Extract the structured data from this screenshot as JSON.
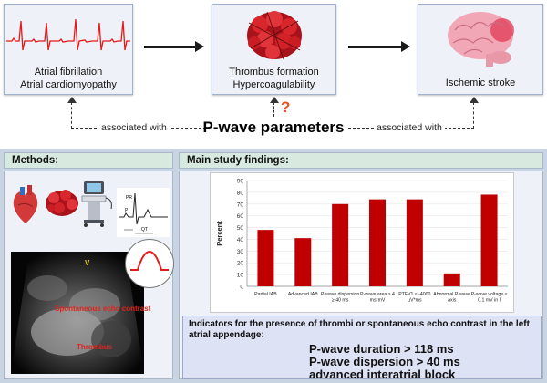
{
  "top_flow": {
    "cards": [
      {
        "lines": [
          "Atrial fibrillation",
          "Atrial cardiomyopathy"
        ]
      },
      {
        "lines": [
          "Thrombus formation",
          "Hypercoagulability"
        ]
      },
      {
        "lines": [
          "Ischemic stroke"
        ]
      }
    ],
    "center_label": "P-wave parameters",
    "question_mark": "?",
    "left_link": "associated with",
    "right_link": "associated with"
  },
  "methods": {
    "heading": "Methods:",
    "echo_labels": {
      "contrast": "Spontaneous echo contrast",
      "thrombus": "Thrombus",
      "marker": "V"
    },
    "ecg_labels": {
      "pr": "PR",
      "p": "P",
      "qt": "QT"
    }
  },
  "findings": {
    "heading": "Main study findings:"
  },
  "chart_data": {
    "type": "bar",
    "categories": [
      "Partial IAB",
      "Advanced IAB",
      "P-wave dispersion ≥ 40 ms",
      "P-wave area ≥ 4 ms*mV",
      "PTFV1 ≤ -4000 µV*ms",
      "Abnormal P-wave axis",
      "P-wave voltage ≤ 0.1 mV in I"
    ],
    "values": [
      48,
      41,
      70,
      74,
      74,
      11,
      78
    ],
    "ylabel": "Percent",
    "ylim": [
      0,
      90
    ],
    "yticks": [
      0,
      10,
      20,
      30,
      40,
      50,
      60,
      70,
      80,
      90
    ],
    "bar_color": "#c00000"
  },
  "indicators": {
    "title": "Indicators for the presence of thrombi or spontaneous echo contrast in the left atrial appendage:",
    "items": [
      "P-wave duration > 118 ms",
      "P-wave dispersion > 40 ms",
      "advanced interatrial block"
    ]
  },
  "colors": {
    "ecg_trace": "#e31a1a",
    "question_mark": "#e8541e",
    "brain": "#f2a7b6",
    "stroke_area": "#e03b55",
    "clot": "#c0161b"
  }
}
